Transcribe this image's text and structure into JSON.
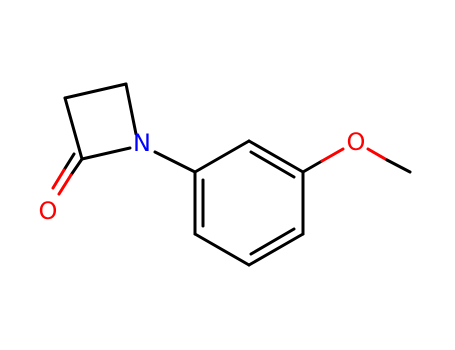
{
  "molecule": {
    "atoms": {
      "nitrogen": {
        "symbol": "N",
        "color": "#0000ff"
      },
      "carbonyl_oxygen": {
        "symbol": "O",
        "color": "#ff0000"
      },
      "ether_oxygen": {
        "symbol": "O",
        "color": "#ff0000"
      }
    },
    "bond_color": "#000000",
    "background": "#ffffff"
  }
}
